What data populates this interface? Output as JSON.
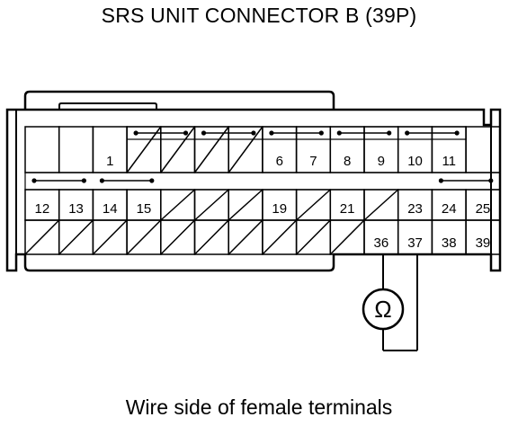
{
  "title": "SRS UNIT CONNECTOR B (39P)",
  "caption": "Wire side of female terminals",
  "meter_symbol": "Ω",
  "colors": {
    "line": "#000000",
    "background": "#ffffff"
  },
  "connector": {
    "row1": [
      {
        "label": "",
        "kind": "blank"
      },
      {
        "label": "",
        "kind": "blank"
      },
      {
        "label": "1",
        "kind": "pin"
      },
      {
        "label": "",
        "kind": "unused"
      },
      {
        "label": "",
        "kind": "unused"
      },
      {
        "label": "",
        "kind": "unused"
      },
      {
        "label": "",
        "kind": "unused"
      },
      {
        "label": "6",
        "kind": "pin"
      },
      {
        "label": "7",
        "kind": "pin"
      },
      {
        "label": "8",
        "kind": "pin"
      },
      {
        "label": "9",
        "kind": "pin"
      },
      {
        "label": "10",
        "kind": "pin"
      },
      {
        "label": "11",
        "kind": "pin"
      },
      {
        "label": "",
        "kind": "blank"
      }
    ],
    "row2": [
      {
        "label": "12",
        "kind": "pin"
      },
      {
        "label": "13",
        "kind": "pin"
      },
      {
        "label": "14",
        "kind": "pin"
      },
      {
        "label": "15",
        "kind": "pin"
      },
      {
        "label": "",
        "kind": "unused"
      },
      {
        "label": "",
        "kind": "unused"
      },
      {
        "label": "",
        "kind": "unused"
      },
      {
        "label": "19",
        "kind": "pin"
      },
      {
        "label": "",
        "kind": "unused"
      },
      {
        "label": "21",
        "kind": "pin"
      },
      {
        "label": "",
        "kind": "unused"
      },
      {
        "label": "23",
        "kind": "pin"
      },
      {
        "label": "24",
        "kind": "pin"
      },
      {
        "label": "25",
        "kind": "pin"
      }
    ],
    "row3": [
      {
        "label": "",
        "kind": "unused"
      },
      {
        "label": "",
        "kind": "unused"
      },
      {
        "label": "",
        "kind": "unused"
      },
      {
        "label": "",
        "kind": "unused"
      },
      {
        "label": "",
        "kind": "unused"
      },
      {
        "label": "",
        "kind": "unused"
      },
      {
        "label": "",
        "kind": "unused"
      },
      {
        "label": "",
        "kind": "unused"
      },
      {
        "label": "",
        "kind": "unused"
      },
      {
        "label": "",
        "kind": "unused"
      },
      {
        "label": "36",
        "kind": "pin"
      },
      {
        "label": "37",
        "kind": "pin"
      },
      {
        "label": "38",
        "kind": "pin"
      },
      {
        "label": "39",
        "kind": "pin"
      }
    ],
    "shorting_bars": [
      {
        "row": 1,
        "from": 3,
        "to": 4
      },
      {
        "row": 1,
        "from": 5,
        "to": 6
      },
      {
        "row": 1,
        "from": 7,
        "to": 8
      },
      {
        "row": 1,
        "from": 9,
        "to": 10
      },
      {
        "row": 1,
        "from": 11,
        "to": 12
      },
      {
        "row": 2,
        "from": 0,
        "to": 1
      },
      {
        "row": 2,
        "from": 2,
        "to": 3
      },
      {
        "row": 2,
        "from": 12,
        "to": 13
      }
    ],
    "meter_probes": [
      "36",
      "37"
    ]
  }
}
